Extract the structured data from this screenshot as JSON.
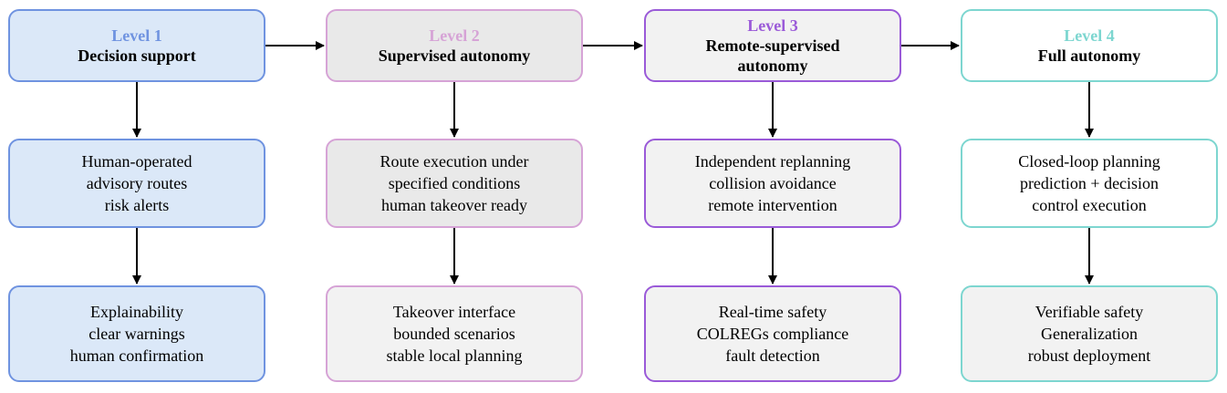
{
  "colors": {
    "level1_accent": "#6f93e0",
    "level2_accent": "#d6a3d6",
    "level3_accent": "#9a5ad8",
    "level4_accent": "#7dd6d0",
    "level1_fill": "#dbe8f8",
    "neutral_fill": "#f2f2f2",
    "arrow": "#000000"
  },
  "levels": [
    {
      "level": "Level 1",
      "title": [
        "Decision support"
      ],
      "capabilities": [
        "Human-operated",
        "advisory routes",
        "risk alerts"
      ],
      "requirements": [
        "Explainability",
        "clear warnings",
        "human confirmation"
      ]
    },
    {
      "level": "Level 2",
      "title": [
        "Supervised autonomy"
      ],
      "capabilities": [
        "Route execution under",
        "specified conditions",
        "human takeover ready"
      ],
      "requirements": [
        "Takeover interface",
        "bounded scenarios",
        "stable local planning"
      ]
    },
    {
      "level": "Level 3",
      "title": [
        "Remote-supervised",
        "autonomy"
      ],
      "capabilities": [
        "Independent replanning",
        "collision avoidance",
        "remote intervention"
      ],
      "requirements": [
        "Real-time safety",
        "COLREGs compliance",
        "fault detection"
      ]
    },
    {
      "level": "Level 4",
      "title": [
        "Full autonomy"
      ],
      "capabilities": [
        "Closed-loop planning",
        "prediction + decision",
        "control execution"
      ],
      "requirements": [
        "Verifiable safety",
        "Generalization",
        "robust deployment"
      ]
    }
  ]
}
